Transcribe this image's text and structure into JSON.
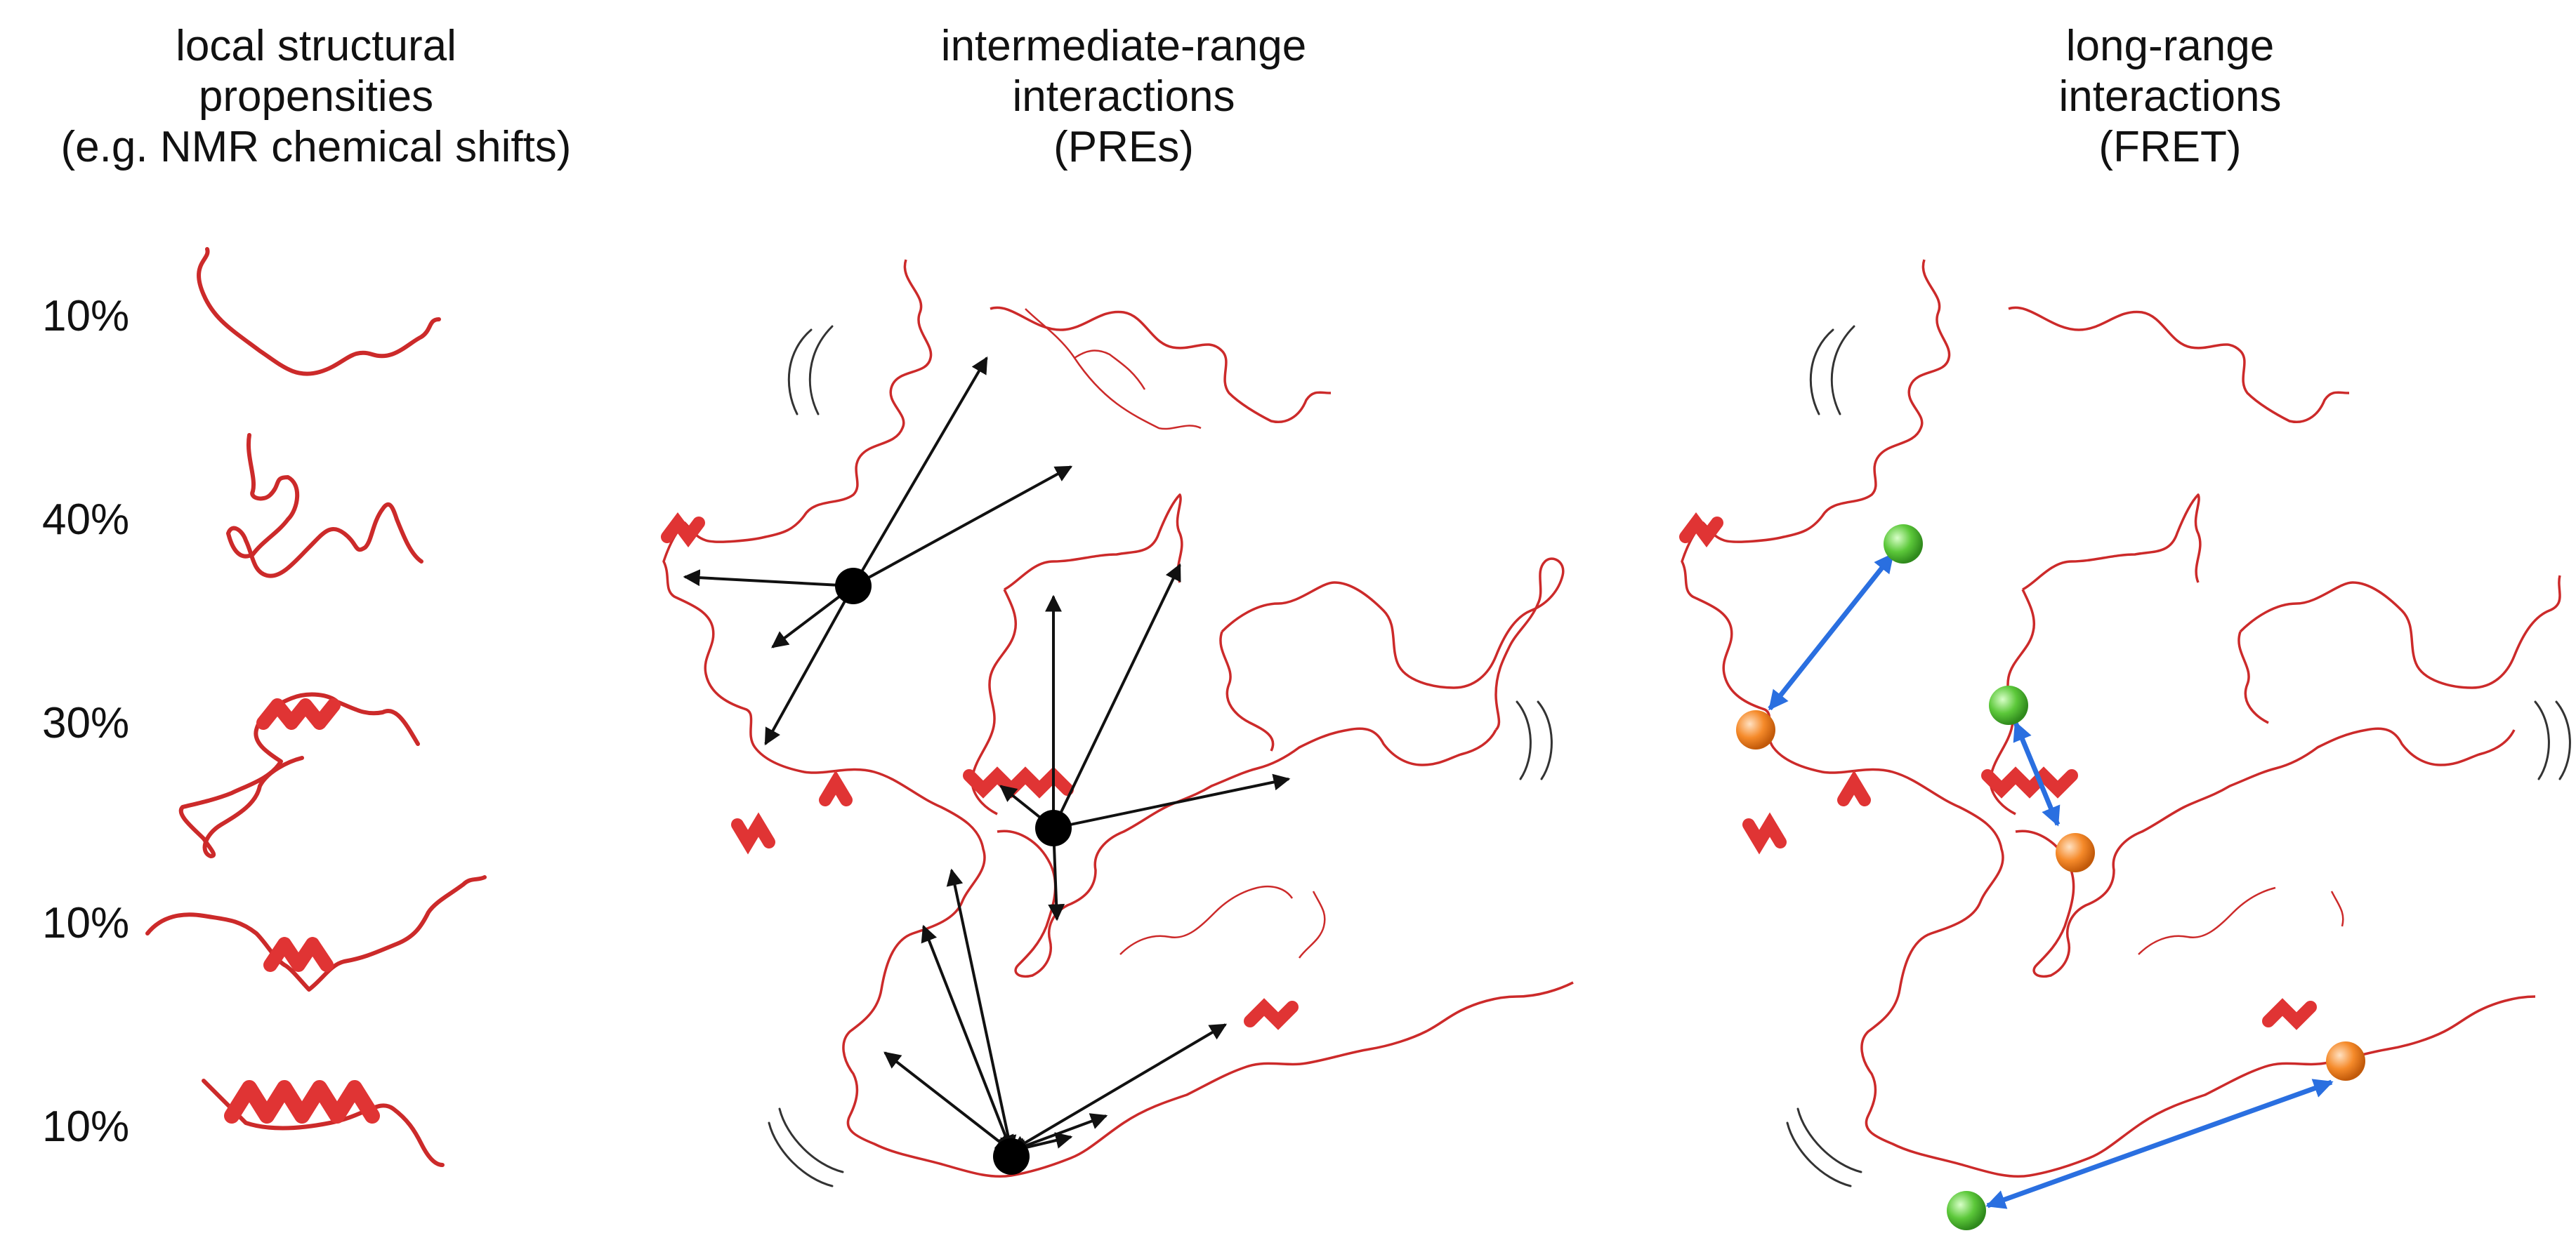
{
  "panels": {
    "local": {
      "title": "local structural\npropensities\n(e.g. NMR chemical shifts)",
      "percentages": [
        "10%",
        "40%",
        "30%",
        "10%",
        "10%"
      ]
    },
    "intermediate": {
      "title": "intermediate-range\ninteractions\n(PREs)"
    },
    "long": {
      "title": "long-range\ninteractions\n(FRET)"
    }
  },
  "colors": {
    "protein": "#cc2a2a",
    "helix": "#e03434",
    "arrow_pre": "#111111",
    "arrow_fret": "#2a6fe0",
    "fret_donor": "#5cc83a",
    "fret_acceptor": "#f58a2a"
  }
}
